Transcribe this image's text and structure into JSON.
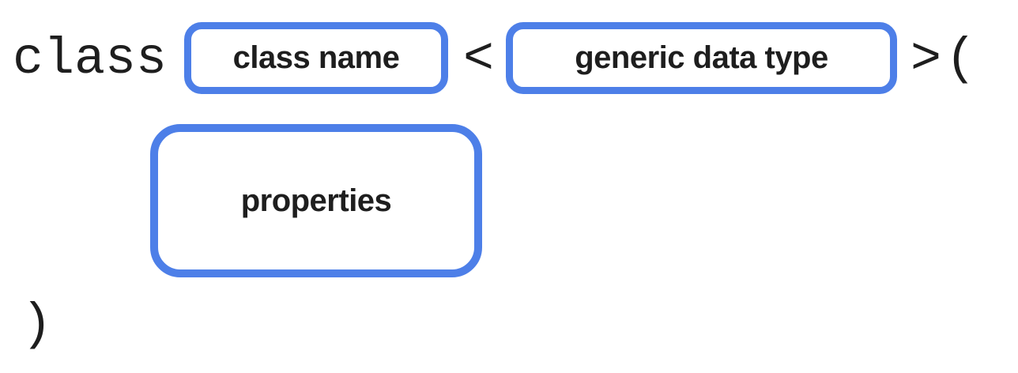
{
  "colors": {
    "accent": "#4D7FE8",
    "text": "#1E1E1E"
  },
  "diagram": {
    "tokens": {
      "class_keyword": "class",
      "open_angle": "<",
      "close_angle": ">",
      "open_paren": "(",
      "close_paren": ")"
    },
    "placeholders": {
      "class_name": "class name",
      "generic_type": "generic data type",
      "properties": "properties"
    }
  }
}
